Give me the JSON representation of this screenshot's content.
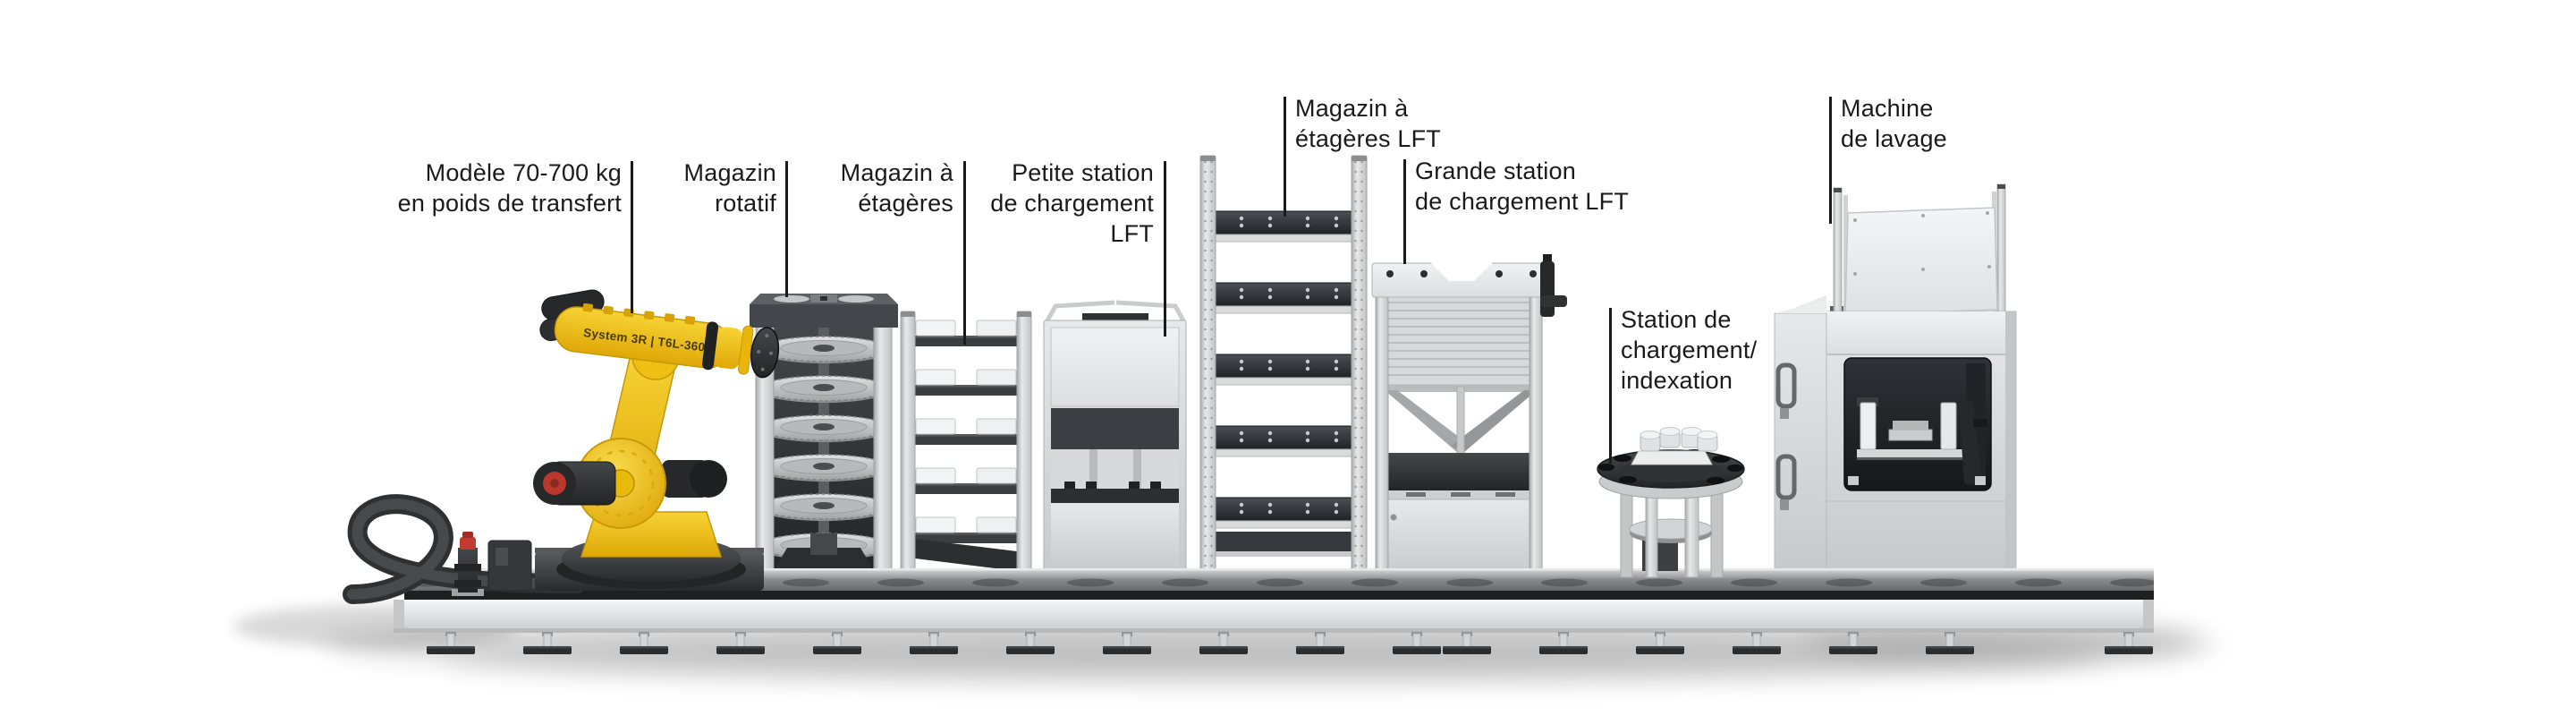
{
  "callouts": {
    "robot": {
      "lines": [
        "Modèle 70-700 kg",
        "en poids de transfert"
      ]
    },
    "rotary_magazine": {
      "lines": [
        "Magazin",
        "rotatif"
      ]
    },
    "shelf_magazine": {
      "lines": [
        "Magazin à",
        "étagères"
      ]
    },
    "small_loading_station": {
      "lines": [
        "Petite station",
        "de chargement",
        "LFT"
      ]
    },
    "lft_shelf_magazine": {
      "lines": [
        "Magazin à",
        "étagères LFT"
      ]
    },
    "large_loading_station": {
      "lines": [
        "Grande station",
        "de chargement LFT"
      ]
    },
    "indexing_station": {
      "lines": [
        "Station de",
        "chargement/",
        "indexation"
      ]
    },
    "washing_machine": {
      "lines": [
        "Machine",
        "de lavage"
      ]
    }
  },
  "robot": {
    "marking": "System 3R | T6L-360"
  },
  "colors": {
    "background": "#ffffff",
    "label_text": "#1a1a1c",
    "leader_line": "#1a1a1c",
    "robot_yellow": "#eebd0c",
    "machine_light_gray": "#d9dbdd",
    "machine_dark_gray": "#33363a",
    "track_dark": "#1d1f21",
    "accent_red": "#c0392b"
  }
}
